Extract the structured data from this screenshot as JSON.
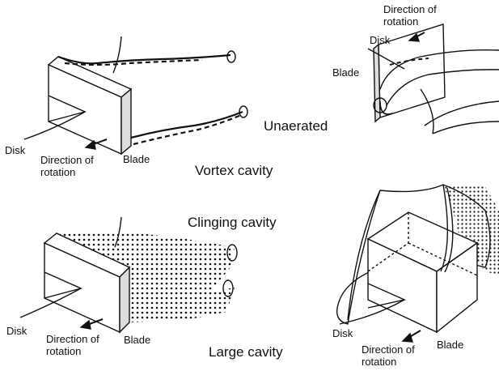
{
  "captions": {
    "unaerated": "Unaerated",
    "vortex": "Vortex cavity",
    "clinging": "Clinging cavity",
    "large": "Large cavity"
  },
  "panel_tl": {
    "disk": "Disk",
    "direction_line1": "Direction of",
    "direction_line2": "rotation",
    "blade": "Blade"
  },
  "panel_tr": {
    "direction_line1": "Direction of",
    "direction_line2": "rotation",
    "disk": "Disk",
    "blade": "Blade"
  },
  "panel_bl": {
    "disk": "Disk",
    "direction_line1": "Direction of",
    "direction_line2": "rotation",
    "blade": "Blade"
  },
  "panel_br": {
    "disk": "Disk",
    "direction_line1": "Direction of",
    "direction_line2": "rotation",
    "blade": "Blade"
  }
}
